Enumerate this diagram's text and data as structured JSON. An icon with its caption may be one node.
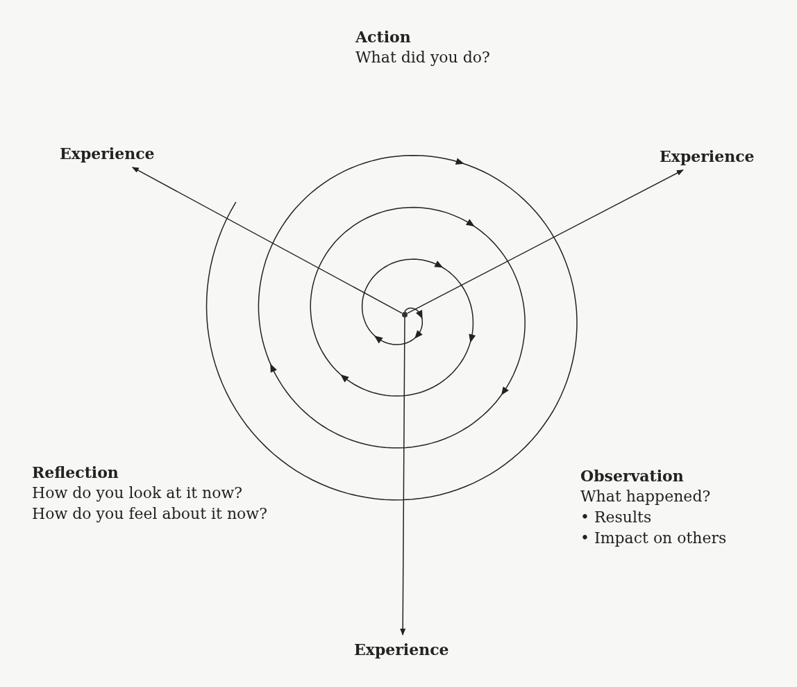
{
  "diagram": {
    "nodes": [
      {
        "text": [],
        "shape": "point"
      },
      {
        "text": [
          "Experience"
        ]
      },
      {
        "text": [
          "Experience"
        ]
      },
      {
        "text": [
          "Experience"
        ]
      },
      {
        "text": [
          "Action",
          "What did you do?"
        ]
      },
      {
        "text": [
          "Reflection",
          "How do you look at it now?",
          "How do you feel about it now?"
        ]
      },
      {
        "text": [
          "Observation",
          "What happened?",
          "• Results",
          "• Impact on others"
        ]
      }
    ],
    "edges": [
      {
        "from": 0,
        "to": 1,
        "arrow": "to"
      },
      {
        "from": 0,
        "to": 2,
        "arrow": "to"
      },
      {
        "from": 0,
        "to": 3,
        "arrow": "to"
      }
    ]
  }
}
